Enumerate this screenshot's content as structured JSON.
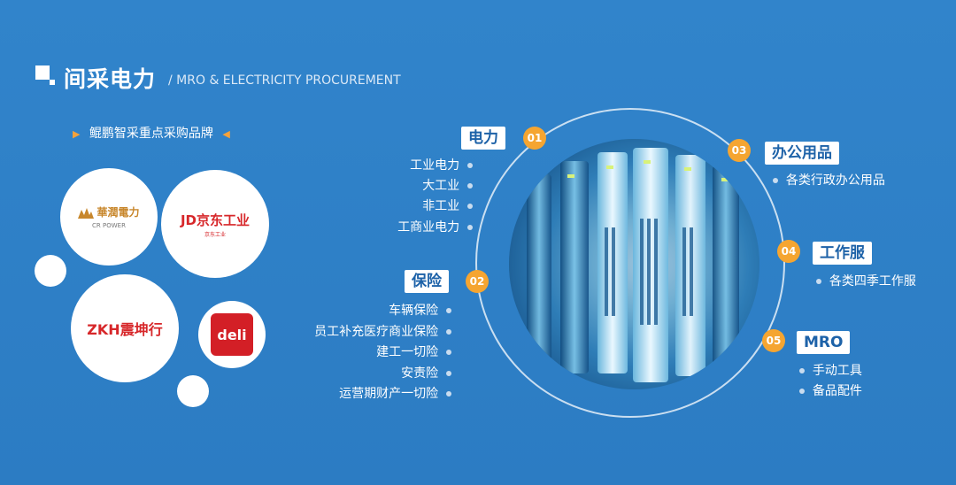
{
  "header": {
    "title": "间采电力",
    "subtitle": "/ MRO & ELECTRICITY PROCUREMENT"
  },
  "brands": {
    "caption": "鲲鹏智采重点采购品牌",
    "items": [
      {
        "name": "華潤電力",
        "sub": "CR POWER",
        "color": "#c8872c"
      },
      {
        "name": "JD京东工业",
        "sub": "京东工业",
        "color": "#d7272a"
      },
      {
        "name": "ZKH震坤行",
        "sub": "",
        "color": "#d7272a"
      },
      {
        "name": "deli",
        "sub": "",
        "color": "#d31f26"
      }
    ]
  },
  "categories": [
    {
      "num": "01",
      "label": "电力",
      "items": [
        "工业电力",
        "大工业",
        "非工业",
        "工商业电力"
      ]
    },
    {
      "num": "02",
      "label": "保险",
      "items": [
        "车辆保险",
        "员工补充医疗商业保险",
        "建工一切险",
        "安责险",
        "运营期财产一切险"
      ]
    },
    {
      "num": "03",
      "label": "办公用品",
      "items": [
        "各类行政办公用品"
      ]
    },
    {
      "num": "04",
      "label": "工作服",
      "items": [
        "各类四季工作服"
      ]
    },
    {
      "num": "05",
      "label": "MRO",
      "items": [
        "手动工具",
        "备品配件"
      ]
    }
  ],
  "colors": {
    "background": "#2e7fc6",
    "accent": "#f5a531",
    "tag_text": "#1d62a8"
  },
  "icons": {
    "header": "square-bullet-icon",
    "caption": "triangle-marker-icon",
    "server": "server-rack-image"
  }
}
